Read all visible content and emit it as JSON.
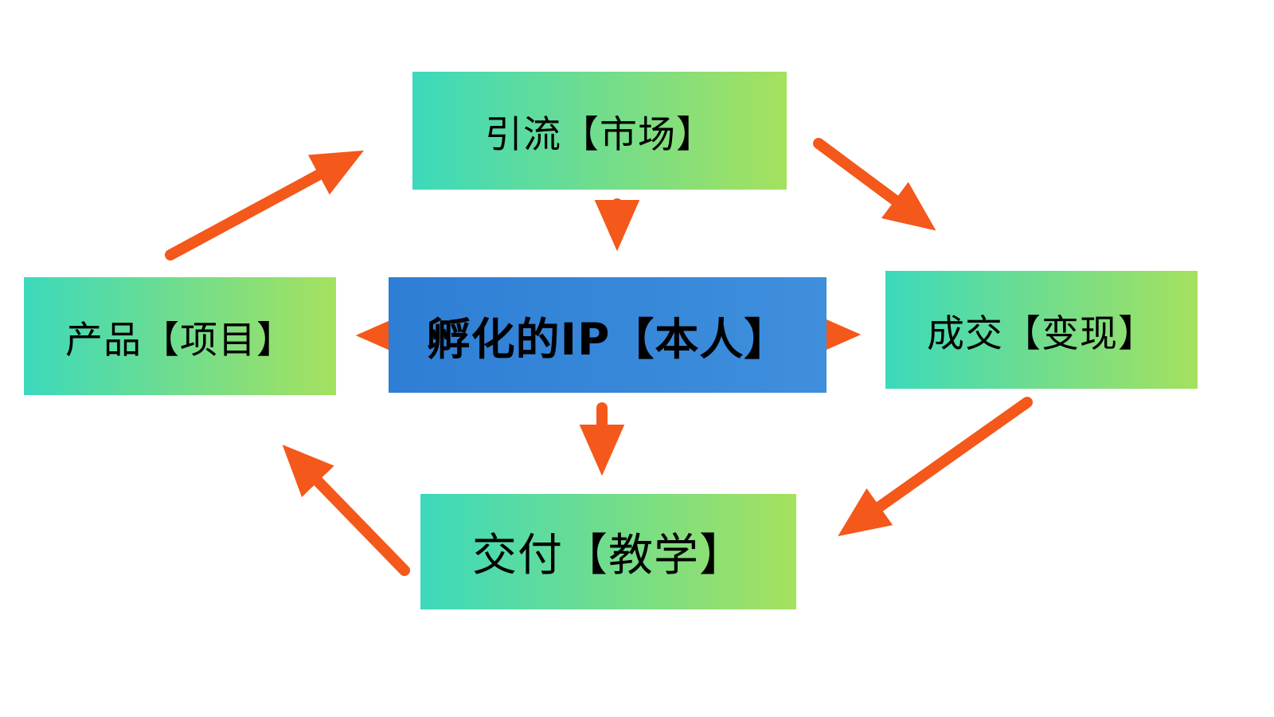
{
  "diagram": {
    "title": "IP incubation flow cycle",
    "nodes": {
      "traffic": {
        "label": "引流【市场】"
      },
      "ip": {
        "label": "孵化的IP【本人】"
      },
      "product": {
        "label": "产品【项目】"
      },
      "deal": {
        "label": "成交【变现】"
      },
      "delivery": {
        "label": "交付【教学】"
      }
    },
    "edges": [
      {
        "from": "product",
        "to": "traffic"
      },
      {
        "from": "traffic",
        "to": "deal"
      },
      {
        "from": "traffic",
        "to": "ip"
      },
      {
        "from": "ip",
        "to": "product"
      },
      {
        "from": "ip",
        "to": "deal"
      },
      {
        "from": "ip",
        "to": "delivery"
      },
      {
        "from": "deal",
        "to": "delivery"
      },
      {
        "from": "delivery",
        "to": "product"
      }
    ],
    "colors": {
      "box_gradient_start": "#3cd9bc",
      "box_gradient_end": "#a5e15e",
      "center_box_blue_start": "#2e7ed5",
      "center_box_blue_end": "#3f8fdd",
      "arrow_orange": "#f4581a",
      "text": "#000000",
      "background": "#ffffff"
    }
  }
}
